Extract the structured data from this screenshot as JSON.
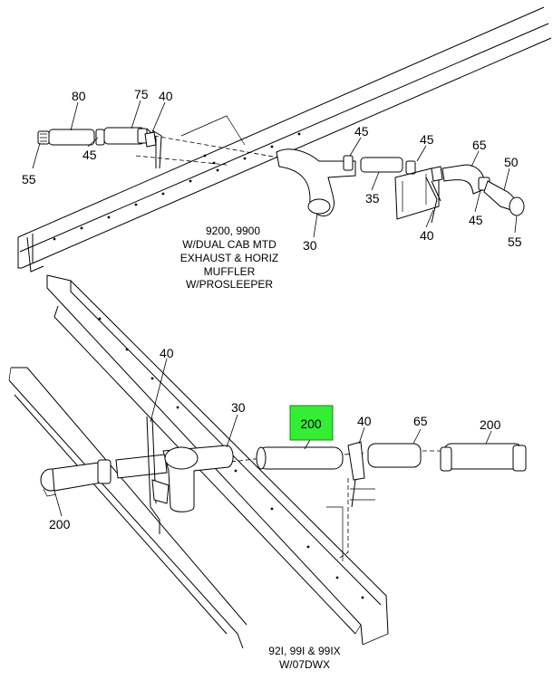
{
  "callouts": {
    "top_80": "80",
    "top_75": "75",
    "top_40a": "40",
    "top_55a": "55",
    "top_45a": "45",
    "top_45b": "45",
    "top_45c": "45",
    "top_65": "65",
    "top_50": "50",
    "top_35": "35",
    "top_45d": "45",
    "top_40b": "40",
    "top_55b": "55",
    "top_30": "30",
    "bot_40a": "40",
    "bot_30": "30",
    "bot_200_highlight": "200",
    "bot_40b": "40",
    "bot_65": "65",
    "bot_200_right": "200",
    "bot_200_left": "200"
  },
  "captions": {
    "top": [
      "9200, 9900",
      "W/DUAL CAB MTD",
      "EXHAUST & HORIZ",
      "MUFFLER",
      "W/PROSLEEPER"
    ],
    "bottom": [
      "92I, 99I & 99IX",
      "W/07DWX"
    ]
  },
  "colors": {
    "highlight": "#33ee33",
    "line": "#000000",
    "background": "#ffffff"
  }
}
